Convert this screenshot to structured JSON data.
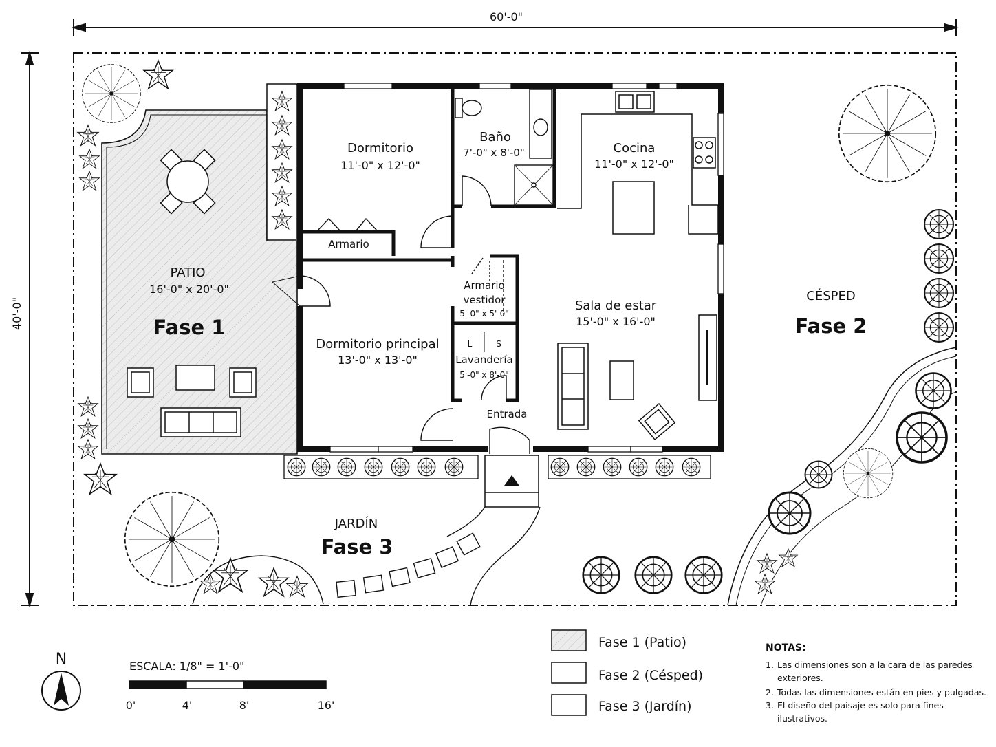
{
  "dimensions": {
    "width_label": "60'-0\"",
    "height_label": "40'-0\""
  },
  "rooms": {
    "dormitorio": {
      "name": "Dormitorio",
      "size": "11'-0\" x 12'-0\""
    },
    "bano": {
      "name": "Baño",
      "size": "7'-0\" x 8'-0\""
    },
    "cocina": {
      "name": "Cocina",
      "size": "11'-0\" x 12'-0\""
    },
    "armario": {
      "name": "Armario"
    },
    "armario_vestidor": {
      "name_line1": "Armario",
      "name_line2": "vestidor",
      "size": "5'-0\" x 5'-0\""
    },
    "dormitorio_principal": {
      "name": "Dormitorio principal",
      "size": "13'-0\" x 13'-0\""
    },
    "lavanderia": {
      "name": "Lavandería",
      "size": "5'-0\" x 8'-0\"",
      "l": "L",
      "s": "S"
    },
    "sala": {
      "name": "Sala de estar",
      "size": "15'-0\" x 16'-0\""
    },
    "entrada": {
      "name": "Entrada"
    }
  },
  "areas": {
    "patio": {
      "name": "PATIO",
      "size": "16'-0\" x 20'-0\"",
      "phase": "Fase 1"
    },
    "cesped": {
      "name": "CÉSPED",
      "phase": "Fase 2"
    },
    "jardin": {
      "name": "JARDÍN",
      "phase": "Fase 3"
    }
  },
  "north": "N",
  "scale": {
    "label": "ESCALA: 1/8\" = 1'-0\"",
    "ticks": [
      "0'",
      "4'",
      "8'",
      "16'"
    ]
  },
  "legend": [
    {
      "label": "Fase 1 (Patio)",
      "pattern": "hatch"
    },
    {
      "label": "Fase 2 (Césped)",
      "pattern": "none"
    },
    {
      "label": "Fase 3 (Jardín)",
      "pattern": "none"
    }
  ],
  "notes": {
    "title": "NOTAS:",
    "items": [
      {
        "num": "1.",
        "line1": "Las dimensiones son a la cara de las paredes",
        "line2": "exteriores."
      },
      {
        "num": "2.",
        "line1": "Todas las dimensiones están en pies y pulgadas.",
        "line2": ""
      },
      {
        "num": "3.",
        "line1": "El diseño del paisaje es solo para fines",
        "line2": "ilustrativos."
      }
    ]
  },
  "colors": {
    "line": "#111111",
    "hatch": "#b5b5b5",
    "patio_fill": "#ececec"
  }
}
